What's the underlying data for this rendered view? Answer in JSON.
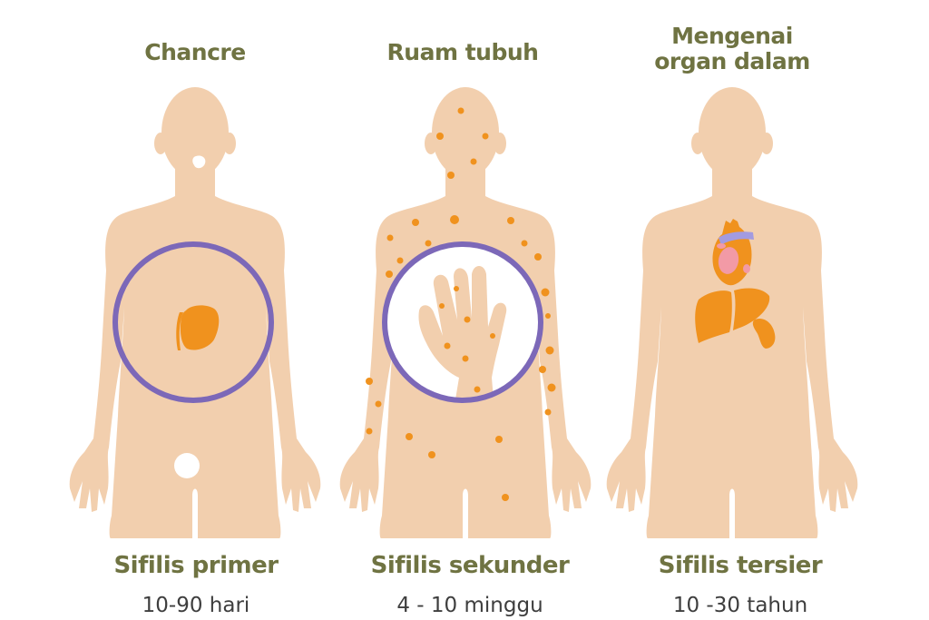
{
  "colors": {
    "skin": "#f2cfae",
    "lesion": "#f0921e",
    "ring": "#7c68b8",
    "heart_pink": "#f29aa6",
    "vessel": "#a39be0",
    "text_heading": "#6f7342",
    "text_body": "#3e3e3e",
    "background": "#ffffff"
  },
  "panels": [
    {
      "symptom": "Chancre",
      "stage": "Sifilis primer",
      "duration": "10-90 hari",
      "illustration": "body-with-chancre-sores"
    },
    {
      "symptom": "Ruam tubuh",
      "stage": "Sifilis sekunder",
      "duration": "4 - 10 minggu",
      "illustration": "body-with-rash-and-hand-inset"
    },
    {
      "symptom_line1": "Mengenai",
      "symptom_line2": "organ dalam",
      "stage": "Sifilis tersier",
      "duration": "10 -30 tahun",
      "illustration": "body-with-internal-organs"
    }
  ]
}
